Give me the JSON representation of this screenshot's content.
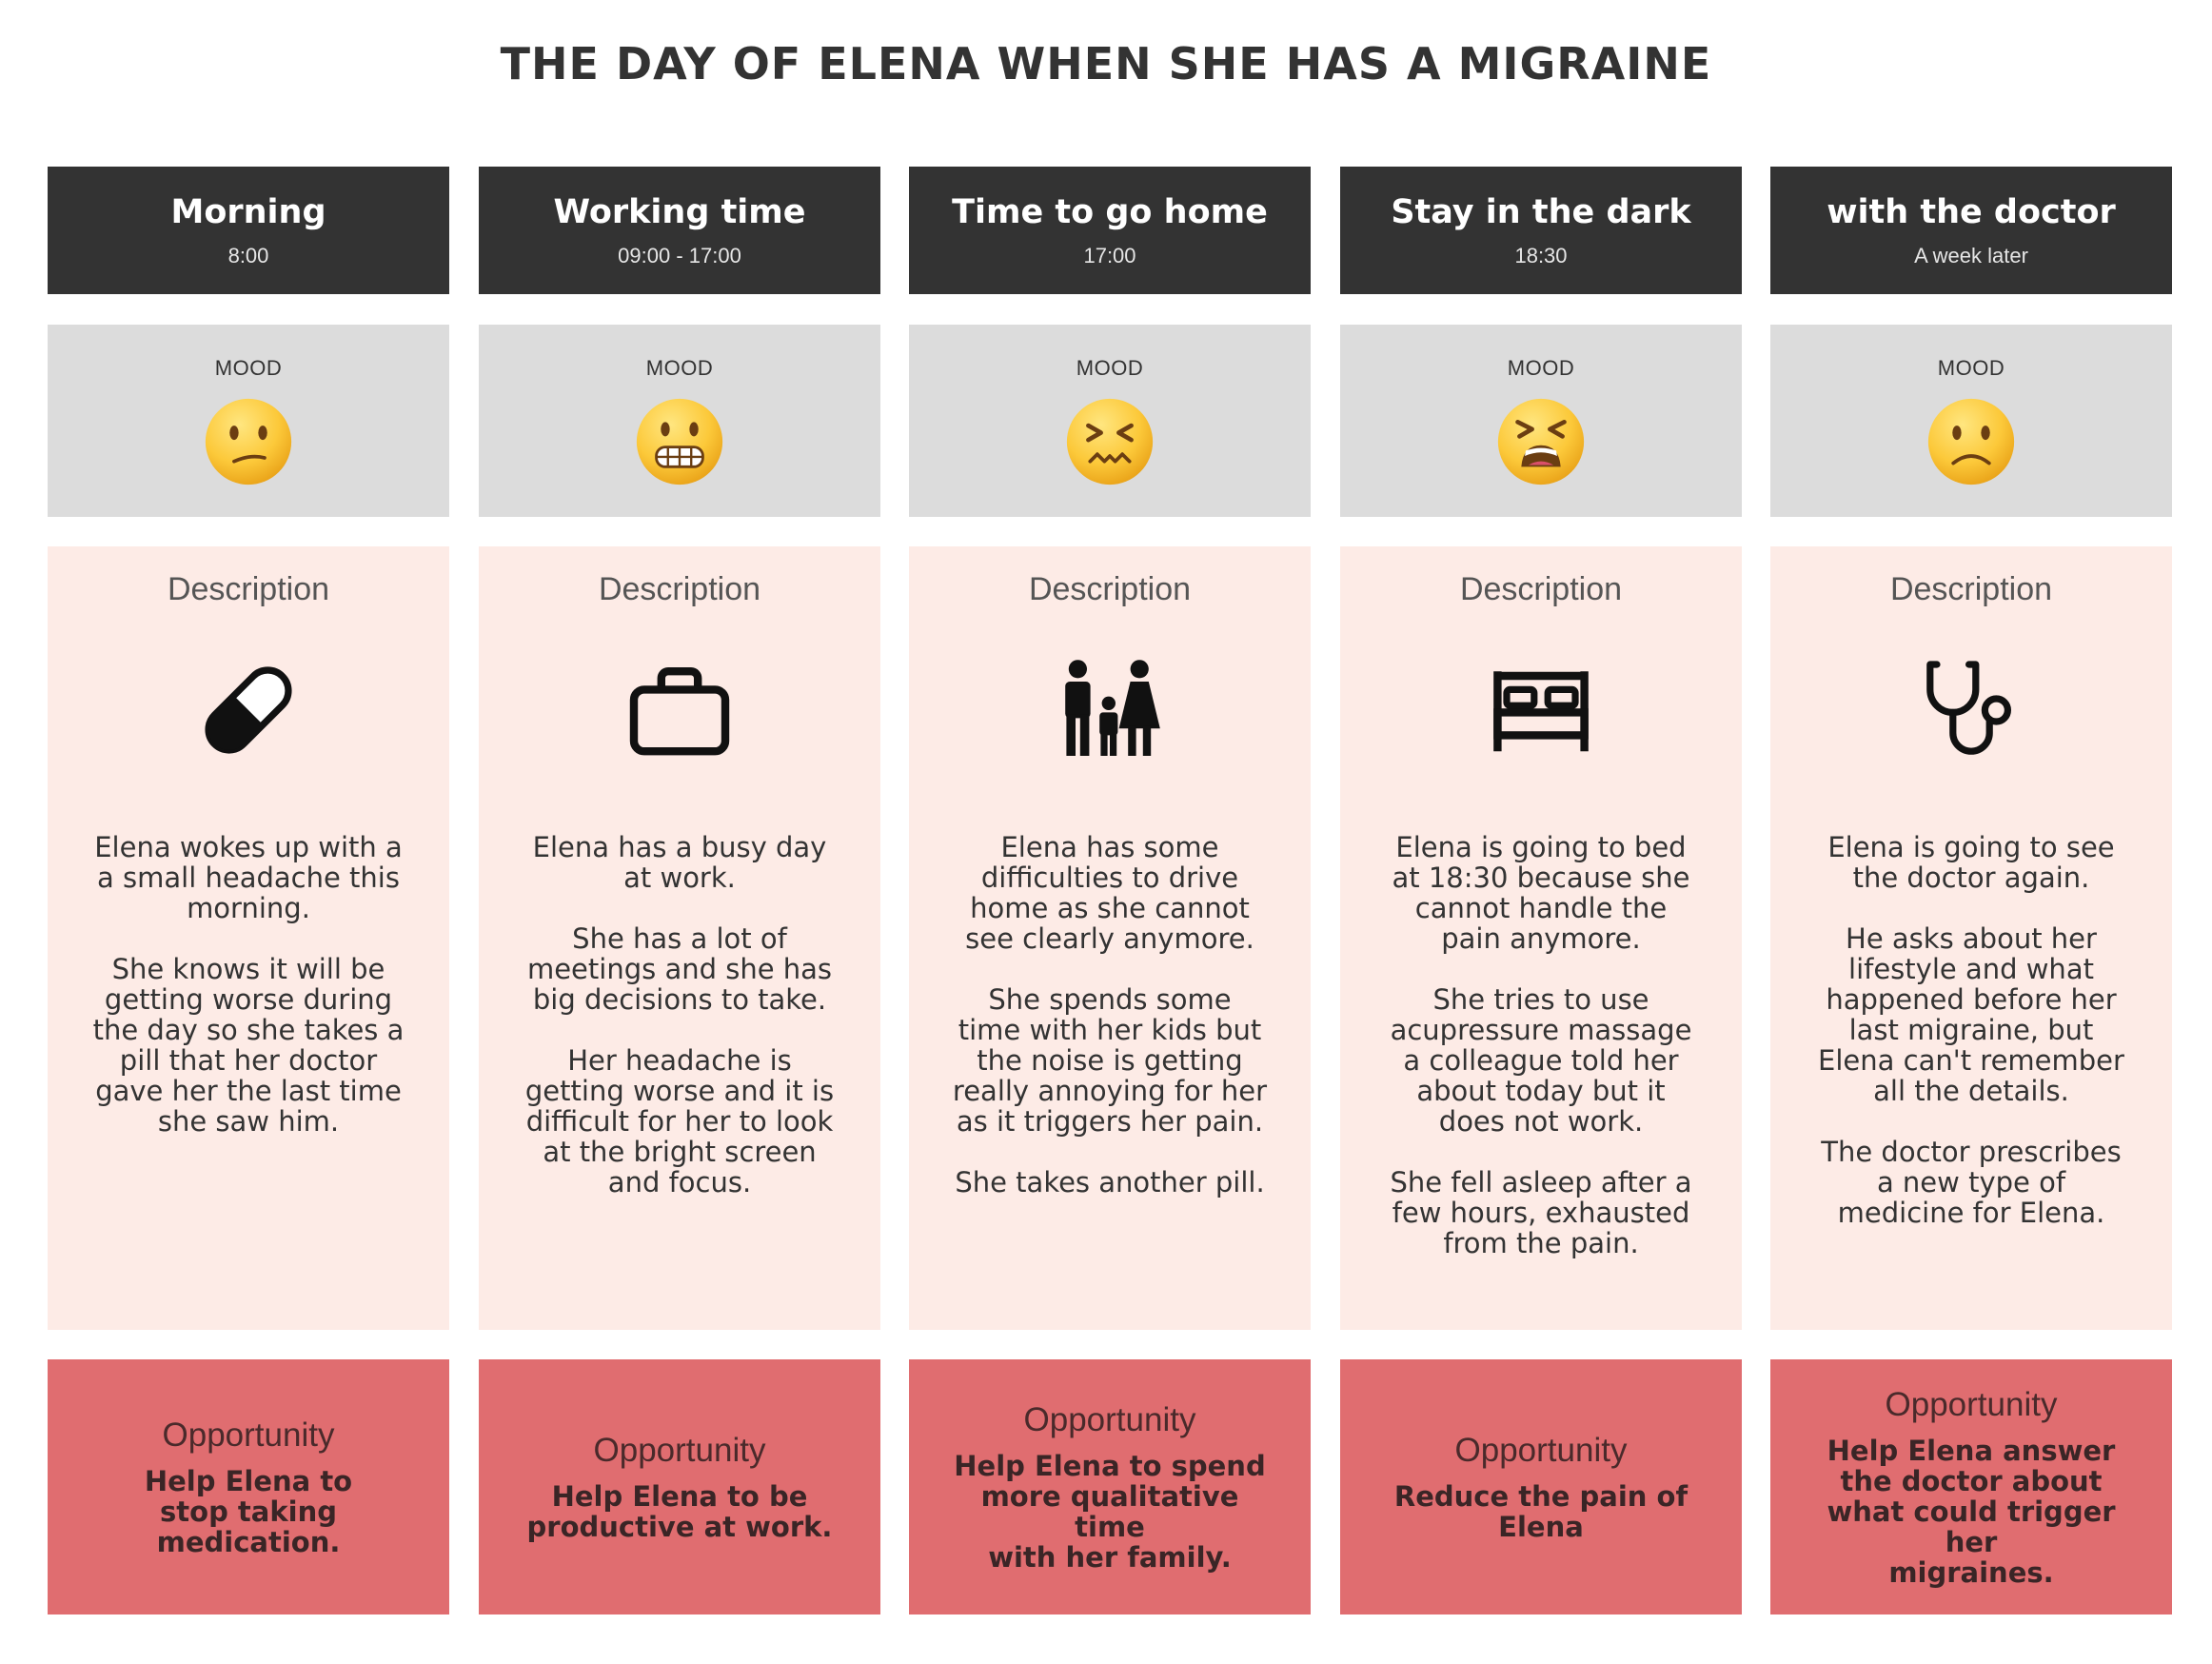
{
  "title": "THE DAY OF ELENA WHEN SHE HAS A MIGRAINE",
  "mood_label": "MOOD",
  "description_label": "Description",
  "opportunity_label": "Opportunity",
  "colors": {
    "header_bg": "#333333",
    "mood_bg": "#dcdcdc",
    "description_bg": "#fdebe6",
    "opportunity_bg": "#e06d70"
  },
  "stages": [
    {
      "title": "Morning",
      "time": "8:00",
      "mood": "confused-face",
      "icon": "pill-icon",
      "description": "Elena wokes up with a\na small headache this\nmorning.\n\nShe knows it will be\ngetting worse during\nthe day so she takes a\npill that her doctor\ngave her the last time\nshe saw him.",
      "opportunity": "Help Elena to\nstop taking\nmedication."
    },
    {
      "title": "Working time",
      "time": "09:00 - 17:00",
      "mood": "grimacing-face",
      "icon": "briefcase-icon",
      "description": "Elena has a busy day\nat work.\n\nShe has a lot of\nmeetings and she has\nbig decisions to take.\n\nHer headache is\ngetting worse and it is\ndifficult for her to look\nat the bright screen\nand focus.",
      "opportunity": "Help Elena to be\nproductive at work."
    },
    {
      "title": "Time to go home",
      "time": "17:00",
      "mood": "confounded-face",
      "icon": "family-icon",
      "description": "Elena has some\ndifficulties to drive\nhome as she cannot\nsee clearly anymore.\n\nShe spends some\ntime with her kids but\nthe noise is getting\nreally annoying for her\nas it triggers her pain.\n\nShe takes another pill.",
      "opportunity": "Help Elena to spend\nmore qualitative time\nwith her family."
    },
    {
      "title": "Stay in the dark",
      "time": "18:30",
      "mood": "tired-face",
      "icon": "bed-icon",
      "description": "Elena is going to bed\nat 18:30 because she\ncannot handle the\npain anymore.\n\nShe tries to use\nacupressure massage\na colleague told her\nabout today but it\ndoes not work.\n\nShe fell asleep after a\nfew hours, exhausted\nfrom the pain.",
      "opportunity": "Reduce the pain of\nElena"
    },
    {
      "title": "with the doctor",
      "time": "A week later",
      "mood": "frowning-face",
      "icon": "stethoscope-icon",
      "description": "Elena is going to see\nthe doctor again.\n\nHe asks about her\nlifestyle and what\nhappened before her\nlast migraine, but\nElena can't remember\nall the details.\n\nThe doctor prescribes\na new type of\nmedicine for Elena.",
      "opportunity": "Help Elena answer\nthe doctor about\nwhat could trigger her\nmigraines."
    }
  ]
}
